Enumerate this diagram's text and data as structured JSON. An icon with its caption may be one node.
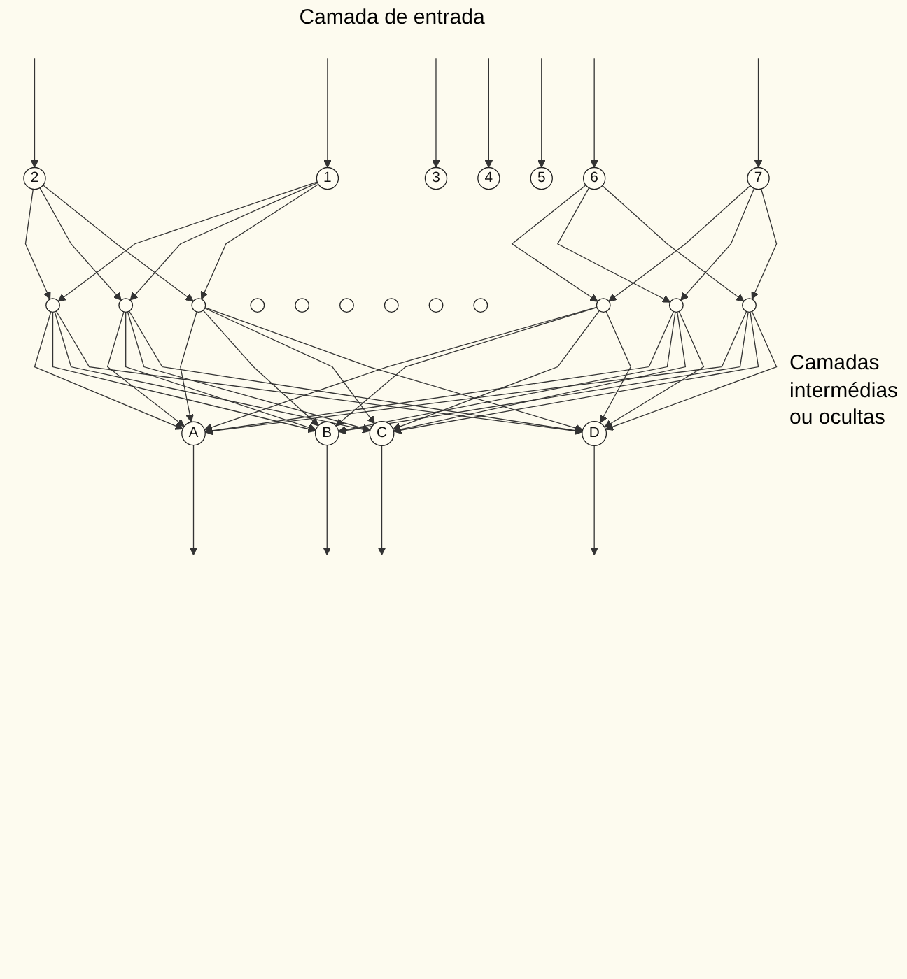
{
  "diagram": {
    "nodes": [
      {
        "text": [
          "1"
        ]
      },
      {
        "text": [
          "2"
        ]
      },
      {
        "text": [
          "3"
        ]
      },
      {
        "text": [
          "4"
        ]
      },
      {
        "text": [
          "5"
        ]
      },
      {
        "text": [
          "6"
        ]
      },
      {
        "text": [
          "7"
        ]
      },
      {
        "text": [],
        "shape": "circle"
      },
      {
        "text": [],
        "shape": "circle"
      },
      {
        "text": [],
        "shape": "circle"
      },
      {
        "text": [],
        "shape": "circle"
      },
      {
        "text": [],
        "shape": "circle"
      },
      {
        "text": [],
        "shape": "circle"
      },
      {
        "text": [],
        "shape": "circle"
      },
      {
        "text": [],
        "shape": "circle"
      },
      {
        "text": [],
        "shape": "circle"
      },
      {
        "text": [],
        "shape": "circle"
      },
      {
        "text": [],
        "shape": "circle"
      },
      {
        "text": [],
        "shape": "circle"
      },
      {
        "text": [
          "A"
        ]
      },
      {
        "text": [
          "B"
        ]
      },
      {
        "text": [
          "C"
        ]
      },
      {
        "text": [
          "D"
        ]
      }
    ],
    "edges": [
      {
        "from": null,
        "to": 0,
        "arrow": "to"
      },
      {
        "from": null,
        "to": 1,
        "arrow": "to"
      },
      {
        "from": null,
        "to": 2,
        "arrow": "to"
      },
      {
        "from": null,
        "to": 3,
        "arrow": "to"
      },
      {
        "from": null,
        "to": 4,
        "arrow": "to"
      },
      {
        "from": null,
        "to": 5,
        "arrow": "to"
      },
      {
        "from": null,
        "to": 6,
        "arrow": "to"
      },
      {
        "from": 0,
        "to": 7,
        "arrow": "to"
      },
      {
        "from": 0,
        "to": 8,
        "arrow": "to"
      },
      {
        "from": 0,
        "to": 9,
        "arrow": "to"
      },
      {
        "from": 1,
        "to": 7,
        "arrow": "to"
      },
      {
        "from": 1,
        "to": 8,
        "arrow": "to"
      },
      {
        "from": 1,
        "to": 9,
        "arrow": "to"
      },
      {
        "from": 5,
        "to": 16,
        "arrow": "to"
      },
      {
        "from": 5,
        "to": 17,
        "arrow": "to"
      },
      {
        "from": 5,
        "to": 18,
        "arrow": "to"
      },
      {
        "from": 6,
        "to": 16,
        "arrow": "to"
      },
      {
        "from": 6,
        "to": 17,
        "arrow": "to"
      },
      {
        "from": 6,
        "to": 18,
        "arrow": "to"
      },
      {
        "from": 7,
        "to": 19,
        "arrow": "to"
      },
      {
        "from": 7,
        "to": 20,
        "arrow": "to"
      },
      {
        "from": 7,
        "to": 21,
        "arrow": "to"
      },
      {
        "from": 7,
        "to": 22,
        "arrow": "to"
      },
      {
        "from": 8,
        "to": 19,
        "arrow": "to"
      },
      {
        "from": 8,
        "to": 20,
        "arrow": "to"
      },
      {
        "from": 8,
        "to": 21,
        "arrow": "to"
      },
      {
        "from": 8,
        "to": 22,
        "arrow": "to"
      },
      {
        "from": 9,
        "to": 19,
        "arrow": "to"
      },
      {
        "from": 9,
        "to": 20,
        "arrow": "to"
      },
      {
        "from": 9,
        "to": 21,
        "arrow": "to"
      },
      {
        "from": 9,
        "to": 22,
        "arrow": "to"
      },
      {
        "from": 16,
        "to": 19,
        "arrow": "to"
      },
      {
        "from": 16,
        "to": 20,
        "arrow": "to"
      },
      {
        "from": 16,
        "to": 21,
        "arrow": "to"
      },
      {
        "from": 16,
        "to": 22,
        "arrow": "to"
      },
      {
        "from": 17,
        "to": 19,
        "arrow": "to"
      },
      {
        "from": 17,
        "to": 20,
        "arrow": "to"
      },
      {
        "from": 17,
        "to": 21,
        "arrow": "to"
      },
      {
        "from": 17,
        "to": 22,
        "arrow": "to"
      },
      {
        "from": 18,
        "to": 19,
        "arrow": "to"
      },
      {
        "from": 18,
        "to": 20,
        "arrow": "to"
      },
      {
        "from": 18,
        "to": 21,
        "arrow": "to"
      },
      {
        "from": 18,
        "to": 22,
        "arrow": "to"
      },
      {
        "from": 19,
        "to": null,
        "arrow": "to"
      },
      {
        "from": 20,
        "to": null,
        "arrow": "to"
      },
      {
        "from": 21,
        "to": null,
        "arrow": "to"
      },
      {
        "from": 22,
        "to": null,
        "arrow": "to"
      }
    ],
    "labels": [
      "Camada de entrada",
      "Camadas intermédias ou ocultas"
    ]
  }
}
